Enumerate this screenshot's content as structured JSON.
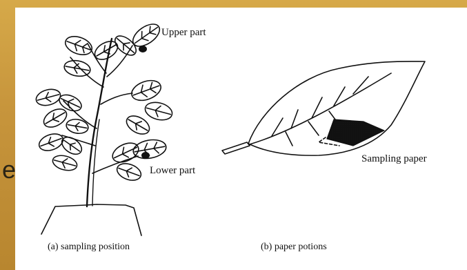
{
  "figure": {
    "edge_char": "e",
    "labels": {
      "upper_part": "Upper part",
      "lower_part": "Lower part",
      "sampling_paper": "Sampling paper"
    },
    "captions": {
      "a": "(a) sampling position",
      "b": "(b) paper potions"
    }
  },
  "colors": {
    "background_gold": "#c99a3e",
    "panel": "#ffffff",
    "ink": "#111111",
    "paper_fill": "#cfcfcf"
  }
}
